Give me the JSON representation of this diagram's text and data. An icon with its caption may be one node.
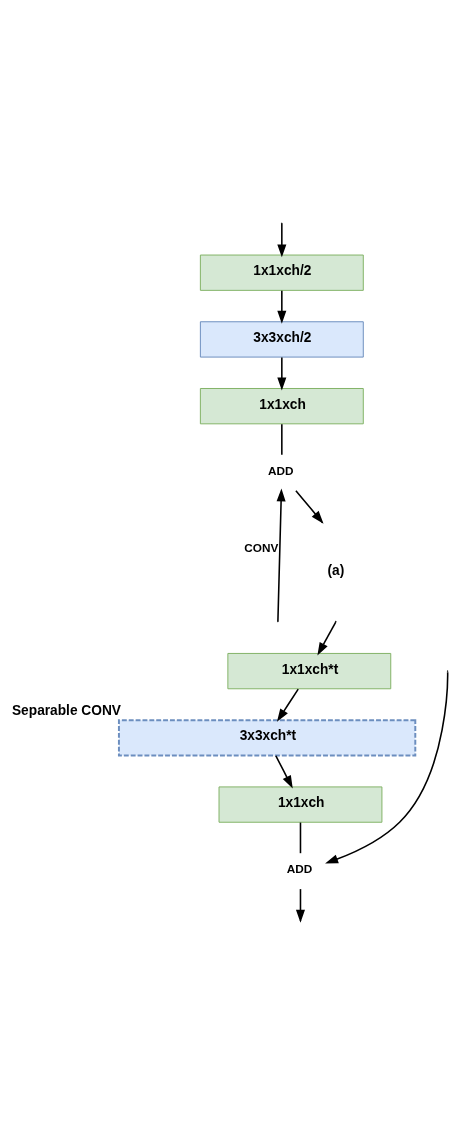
{
  "diagram": {
    "nodes": [
      {
        "text": [
          "1x1xch/2"
        ]
      },
      {
        "text": [
          "3x3xch/2"
        ]
      },
      {
        "text": [
          "1x1xch"
        ]
      },
      {
        "text": [
          "ADD"
        ]
      },
      {
        "text": [
          "1x1xch*t"
        ]
      },
      {
        "text": [
          "3x3xch*t"
        ],
        "beside": [
          "Separable CONV"
        ]
      },
      {
        "text": [
          "1x1xch"
        ]
      },
      {
        "text": [
          "ADD"
        ]
      }
    ],
    "edges": [
      {
        "from": null,
        "to": 0,
        "arrow": "to"
      },
      {
        "from": 0,
        "to": 1,
        "arrow": "to"
      },
      {
        "from": 1,
        "to": 2,
        "arrow": "to"
      },
      {
        "from": 2,
        "to": 3,
        "arrow": "none"
      },
      {
        "from": null,
        "to": 3,
        "arrow": "to",
        "label": "CONV"
      },
      {
        "from": 3,
        "to": null,
        "arrow": "to"
      },
      {
        "from": null,
        "to": 4,
        "arrow": "to"
      },
      {
        "from": 4,
        "to": 5,
        "arrow": "to"
      },
      {
        "from": 5,
        "to": 6,
        "arrow": "to"
      },
      {
        "from": 6,
        "to": 7,
        "arrow": "none"
      },
      {
        "from": null,
        "to": 7,
        "arrow": "to"
      },
      {
        "from": 7,
        "to": null,
        "arrow": "to"
      }
    ],
    "labels": [
      "(a)"
    ]
  }
}
